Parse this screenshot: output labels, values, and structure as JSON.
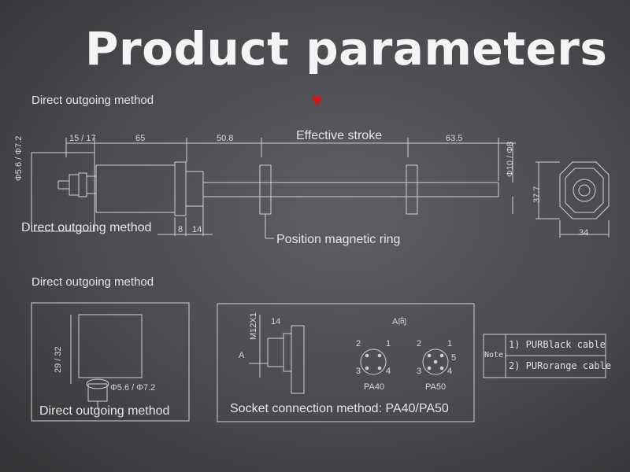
{
  "title": "Product parameters",
  "top": {
    "section_label": "Direct outgoing method",
    "overlay_label": "Direct outgoing method",
    "effective_stroke": "Effective stroke",
    "magnetic_ring": "Position magnetic ring",
    "dims": {
      "d_15_17": "15 / 17",
      "d_65": "65",
      "d_50_8": "50.8",
      "d_63_5": "63.5",
      "d_phi56_72": "Φ5.6 / Φ7.2",
      "d_phi10_8": "Φ10 / Φ8",
      "d_8": "8",
      "d_14": "14",
      "d_37_7": "37.7",
      "d_34": "34"
    },
    "marker_color": "#d8141c"
  },
  "bottom_left": {
    "section_label": "Direct outgoing method",
    "caption": "Direct outgoing method",
    "dims": {
      "d_29_32": "29 / 32",
      "d_phi56_72": "Φ5.6 / Φ7.2"
    }
  },
  "socket": {
    "caption": "Socket connection method: PA40/PA50",
    "thread": "M12X1",
    "d_14": "14",
    "view_arrow": "A",
    "view_label": "A向",
    "pa40": {
      "name": "PA40",
      "pins": [
        "1",
        "2",
        "3",
        "4"
      ]
    },
    "pa50": {
      "name": "PA50",
      "pins": [
        "1",
        "2",
        "3",
        "4",
        "5"
      ]
    }
  },
  "note": {
    "header": "Note:",
    "items": [
      "1) PURBlack cable",
      "2) PURorange cable"
    ]
  }
}
